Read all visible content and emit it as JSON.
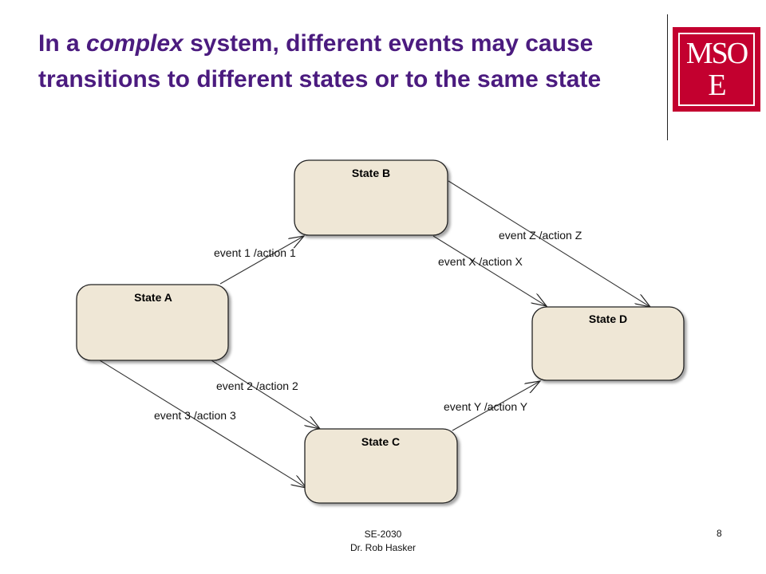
{
  "slide": {
    "title_before": "In a ",
    "title_emph": "complex",
    "title_after": " system, different events may cause transitions to different states or to the same state",
    "logo": {
      "line1": "MSO",
      "line2": "E"
    },
    "footer": {
      "course": "SE-2030",
      "author": "Dr. Rob Hasker"
    },
    "page_number": "8"
  },
  "diagram": {
    "states": {
      "a": "State A",
      "b": "State B",
      "c": "State C",
      "d": "State D"
    },
    "transitions": {
      "a_b": "event 1 /action 1",
      "a_c_2": "event 2 /action 2",
      "a_c_3": "event 3 /action 3",
      "b_d_x": "event X /action X",
      "b_d_z": "event Z /action Z",
      "c_d": "event Y /action Y"
    },
    "colors": {
      "state_fill": "#efe7d6",
      "title": "#4b1b7f",
      "logo": "#c3002f"
    }
  }
}
